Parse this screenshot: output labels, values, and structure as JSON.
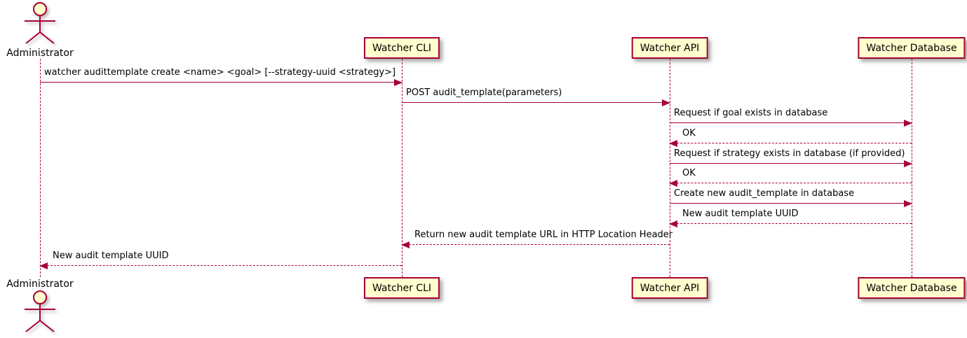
{
  "diagram": {
    "type": "uml-sequence-diagram",
    "colors": {
      "participant_fill": "#FEFECE",
      "participant_border": "#A80036",
      "line": "#A80036",
      "text": "#000000",
      "background": "#FFFFFF"
    },
    "actors": [
      {
        "name": "Administrator"
      }
    ],
    "participants": [
      {
        "name": "Watcher CLI"
      },
      {
        "name": "Watcher API"
      },
      {
        "name": "Watcher Database"
      }
    ],
    "messages": [
      {
        "from": "Administrator",
        "to": "Watcher CLI",
        "style": "solid",
        "label": "watcher audittemplate create <name> <goal> [--strategy-uuid <strategy>]"
      },
      {
        "from": "Watcher CLI",
        "to": "Watcher API",
        "style": "solid",
        "label": "POST audit_template(parameters)"
      },
      {
        "from": "Watcher API",
        "to": "Watcher Database",
        "style": "solid",
        "label": "Request if goal exists in database"
      },
      {
        "from": "Watcher Database",
        "to": "Watcher API",
        "style": "dashed",
        "label": "OK"
      },
      {
        "from": "Watcher API",
        "to": "Watcher Database",
        "style": "solid",
        "label": "Request if strategy exists in database (if provided)"
      },
      {
        "from": "Watcher Database",
        "to": "Watcher API",
        "style": "dashed",
        "label": "OK"
      },
      {
        "from": "Watcher API",
        "to": "Watcher Database",
        "style": "solid",
        "label": "Create new audit_template in database"
      },
      {
        "from": "Watcher Database",
        "to": "Watcher API",
        "style": "dashed",
        "label": "New audit template UUID"
      },
      {
        "from": "Watcher API",
        "to": "Watcher CLI",
        "style": "dashed",
        "label": "Return new audit template URL in HTTP Location Header"
      },
      {
        "from": "Watcher CLI",
        "to": "Administrator",
        "style": "dashed",
        "label": "New audit template UUID"
      }
    ]
  }
}
